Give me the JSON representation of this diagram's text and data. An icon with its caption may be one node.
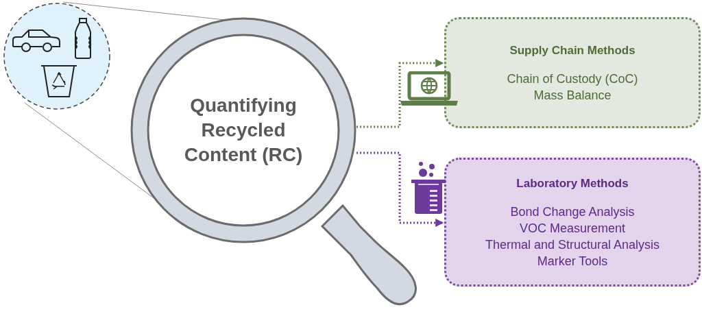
{
  "diagram": {
    "nodes": [
      {
        "text": [],
        "shape": "picture"
      },
      {
        "text": [
          "Quantifying Recycled Content (RC)"
        ]
      },
      {
        "text": [
          "Supply Chain Methods",
          "Chain of Custody (CoC)",
          "Mass Balance"
        ]
      },
      {
        "text": [
          "Laboratory Methods",
          "Bond Change Analysis",
          "VOC Measurement",
          "Thermal and Structural Analysis",
          "Marker Tools"
        ]
      }
    ],
    "edges": [
      {
        "from": 0,
        "to": 1,
        "arrow": "none",
        "color": "#8a8a8a"
      },
      {
        "from": 0,
        "to": 1,
        "arrow": "none",
        "color": "#8a8a8a"
      },
      {
        "from": 1,
        "to": 2,
        "arrow": "to",
        "style": "dashed",
        "color": "#5f7d46"
      },
      {
        "from": 1,
        "to": 3,
        "arrow": "to",
        "style": "dashed",
        "color": "#6b3a9c"
      }
    ]
  }
}
